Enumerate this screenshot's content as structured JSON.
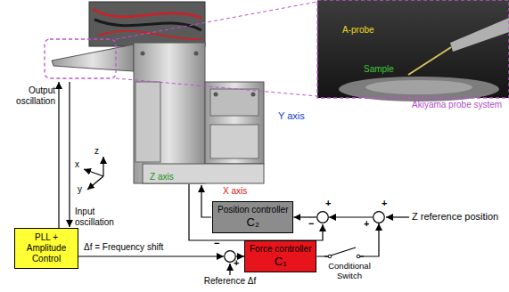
{
  "diagram": {
    "nodes": [
      {
        "text": [
          "PLL + Amplitude Control"
        ]
      },
      {
        "text": [
          "−",
          "+"
        ]
      },
      {
        "text": [
          "Force controller",
          "C₁"
        ]
      },
      {
        "text": [
          "Position controller",
          "C₂"
        ]
      },
      {
        "text": [
          "+",
          "−"
        ]
      },
      {
        "text": [
          "+",
          "+"
        ]
      }
    ],
    "edges": [
      {
        "from": 0,
        "to": 1,
        "arrow": "to",
        "label": "Δf = Frequency shift"
      },
      {
        "from": 1,
        "to": 2,
        "arrow": "to"
      },
      {
        "from": 2,
        "to": 5,
        "arrow": "to"
      },
      {
        "from": 5,
        "to": 4,
        "arrow": "to"
      },
      {
        "from": 4,
        "to": 3,
        "arrow": "to"
      }
    ],
    "labels": [
      "A-probe",
      "Sample",
      "Akiyama probe system",
      "Output oscillation",
      "Input oscillation",
      "z",
      "x",
      "y",
      "Z axis",
      "Y axis",
      "X axis",
      "Reference Δf",
      "Conditional Switch",
      "Z reference position"
    ]
  }
}
